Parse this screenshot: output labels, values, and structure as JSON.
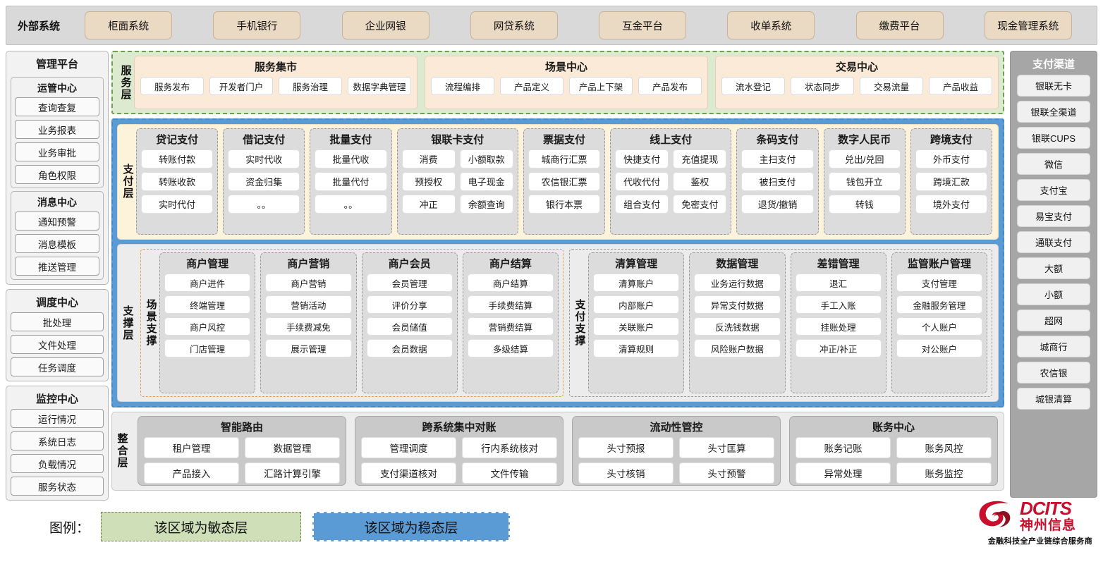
{
  "external": {
    "title": "外部系统",
    "items": [
      "柜面系统",
      "手机银行",
      "企业网银",
      "网贷系统",
      "互金平台",
      "收单系统",
      "缴费平台",
      "现金管理系统"
    ]
  },
  "management": {
    "title": "管理平台",
    "groups": [
      {
        "title": "运管中心",
        "items": [
          "查询查复",
          "业务报表",
          "业务审批",
          "角色权限"
        ]
      },
      {
        "title": "消息中心",
        "items": [
          "通知预警",
          "消息模板",
          "推送管理"
        ]
      }
    ],
    "standalone": [
      {
        "title": "调度中心",
        "items": [
          "批处理",
          "文件处理",
          "任务调度"
        ]
      },
      {
        "title": "监控中心",
        "items": [
          "运行情况",
          "系统日志",
          "负载情况",
          "服务状态"
        ]
      }
    ]
  },
  "service_layer": {
    "label": "服务层",
    "cards": [
      {
        "title": "服务集市",
        "items": [
          "服务发布",
          "开发者门户",
          "服务治理",
          "数据字典管理"
        ]
      },
      {
        "title": "场景中心",
        "items": [
          "流程编排",
          "产品定义",
          "产品上下架",
          "产品发布"
        ]
      },
      {
        "title": "交易中心",
        "items": [
          "流水登记",
          "状态同步",
          "交易流量",
          "产品收益"
        ]
      }
    ]
  },
  "payment_layer": {
    "label": "支付层",
    "groups": [
      {
        "title": "贷记支付",
        "cols": 1,
        "rows": [
          [
            "转账付款"
          ],
          [
            "转账收款"
          ],
          [
            "实时代付"
          ]
        ]
      },
      {
        "title": "借记支付",
        "cols": 1,
        "rows": [
          [
            "实时代收"
          ],
          [
            "资金归集"
          ],
          [
            "。。"
          ]
        ]
      },
      {
        "title": "批量支付",
        "cols": 1,
        "rows": [
          [
            "批量代收"
          ],
          [
            "批量代付"
          ],
          [
            "。。"
          ]
        ]
      },
      {
        "title": "银联卡支付",
        "cols": 2,
        "rows": [
          [
            "消费",
            "小额取款"
          ],
          [
            "预授权",
            "电子现金"
          ],
          [
            "冲正",
            "余额查询"
          ]
        ]
      },
      {
        "title": "票据支付",
        "cols": 1,
        "rows": [
          [
            "城商行汇票"
          ],
          [
            "农信银汇票"
          ],
          [
            "银行本票"
          ]
        ]
      },
      {
        "title": "线上支付",
        "cols": 2,
        "rows": [
          [
            "快捷支付",
            "充值提现"
          ],
          [
            "代收代付",
            "鉴权"
          ],
          [
            "组合支付",
            "免密支付"
          ]
        ]
      },
      {
        "title": "条码支付",
        "cols": 1,
        "rows": [
          [
            "主扫支付"
          ],
          [
            "被扫支付"
          ],
          [
            "退货/撤销"
          ]
        ]
      },
      {
        "title": "数字人民币",
        "cols": 1,
        "rows": [
          [
            "兑出/兑回"
          ],
          [
            "钱包开立"
          ],
          [
            "转钱"
          ]
        ]
      },
      {
        "title": "跨境支付",
        "cols": 1,
        "rows": [
          [
            "外币支付"
          ],
          [
            "跨境汇款"
          ],
          [
            "境外支付"
          ]
        ]
      }
    ]
  },
  "support_layer": {
    "label": "支撑层",
    "zones": [
      {
        "label": "场景支撑",
        "groups": [
          {
            "title": "商户管理",
            "items": [
              "商户进件",
              "终端管理",
              "商户风控",
              "门店管理"
            ]
          },
          {
            "title": "商户营销",
            "items": [
              "商户营销",
              "营销活动",
              "手续费减免",
              "展示管理"
            ]
          },
          {
            "title": "商户会员",
            "items": [
              "会员管理",
              "评价分享",
              "会员储值",
              "会员数据"
            ]
          },
          {
            "title": "商户结算",
            "items": [
              "商户结算",
              "手续费结算",
              "营销费结算",
              "多级结算"
            ]
          }
        ]
      },
      {
        "label": "支付支撑",
        "groups": [
          {
            "title": "清算管理",
            "items": [
              "清算账户",
              "内部账户",
              "关联账户",
              "清算规则"
            ]
          },
          {
            "title": "数据管理",
            "items": [
              "业务运行数据",
              "异常支付数据",
              "反洗钱数据",
              "风险账户数据"
            ]
          },
          {
            "title": "差错管理",
            "items": [
              "退汇",
              "手工入账",
              "挂账处理",
              "冲正/补正"
            ]
          },
          {
            "title": "监管账户管理",
            "items": [
              "支付管理",
              "金融服务管理",
              "个人账户",
              "对公账户"
            ]
          }
        ]
      }
    ]
  },
  "integration_layer": {
    "label": "整合层",
    "cards": [
      {
        "title": "智能路由",
        "rows": [
          [
            "租户管理",
            "数据管理"
          ],
          [
            "产品接入",
            "汇路计算引擎"
          ]
        ]
      },
      {
        "title": "跨系统集中对账",
        "rows": [
          [
            "管理调度",
            "行内系统核对"
          ],
          [
            "支付渠道核对",
            "文件传输"
          ]
        ]
      },
      {
        "title": "流动性管控",
        "rows": [
          [
            "头寸预报",
            "头寸匡算"
          ],
          [
            "头寸核销",
            "头寸预警"
          ]
        ]
      },
      {
        "title": "账务中心",
        "rows": [
          [
            "账务记账",
            "账务风控"
          ],
          [
            "异常处理",
            "账务监控"
          ]
        ]
      }
    ]
  },
  "channels": {
    "title": "支付渠道",
    "items": [
      "银联无卡",
      "银联全渠道",
      "银联CUPS",
      "微信",
      "支付宝",
      "易宝支付",
      "通联支付",
      "大额",
      "小额",
      "超网",
      "城商行",
      "农信银",
      "城银清算"
    ]
  },
  "legend": {
    "label": "图例：",
    "agile": "该区域为敏态层",
    "stable": "该区域为稳态层",
    "agile_color": "#cfe0b8",
    "stable_color": "#5b9bd5"
  },
  "logo": {
    "brand": "DCITS",
    "brand_cn": "神州信息",
    "tagline": "金融科技全产业链综合服务商",
    "color": "#c8102e"
  }
}
